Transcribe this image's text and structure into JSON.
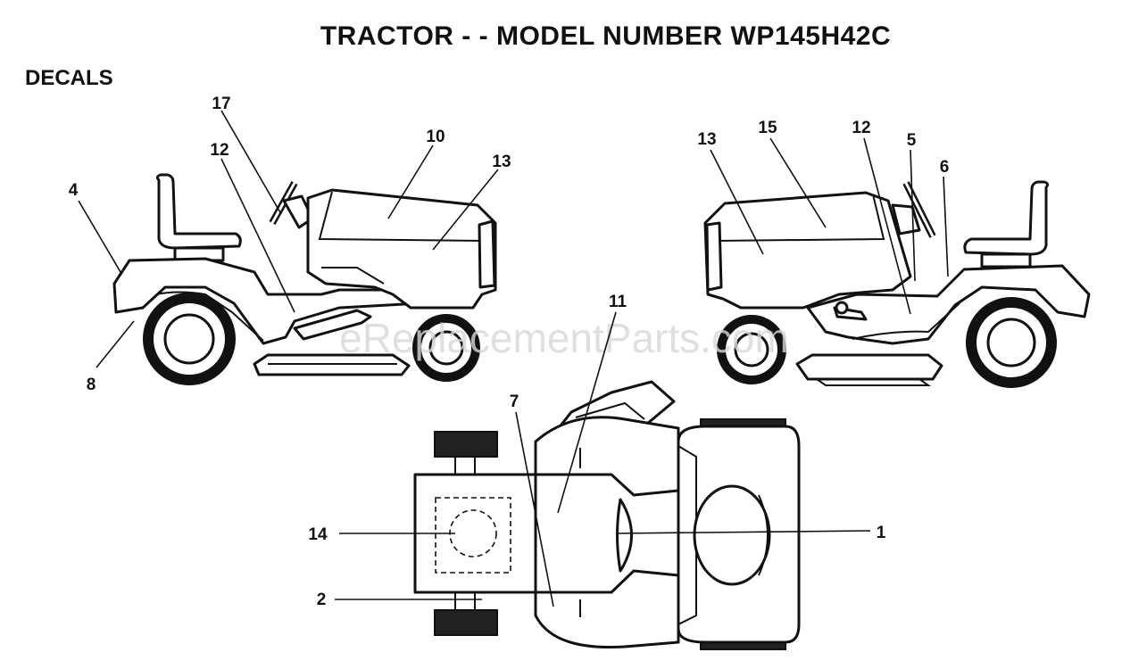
{
  "title": "TRACTOR - - MODEL NUMBER WP145H42C",
  "section": "DECALS",
  "watermark": "eReplacementParts.com",
  "callouts": {
    "left_view": [
      "17",
      "12",
      "10",
      "13",
      "4",
      "8"
    ],
    "right_view": [
      "13",
      "15",
      "12",
      "5",
      "6"
    ],
    "top_view": [
      "11",
      "7",
      "14",
      "1",
      "2"
    ]
  }
}
